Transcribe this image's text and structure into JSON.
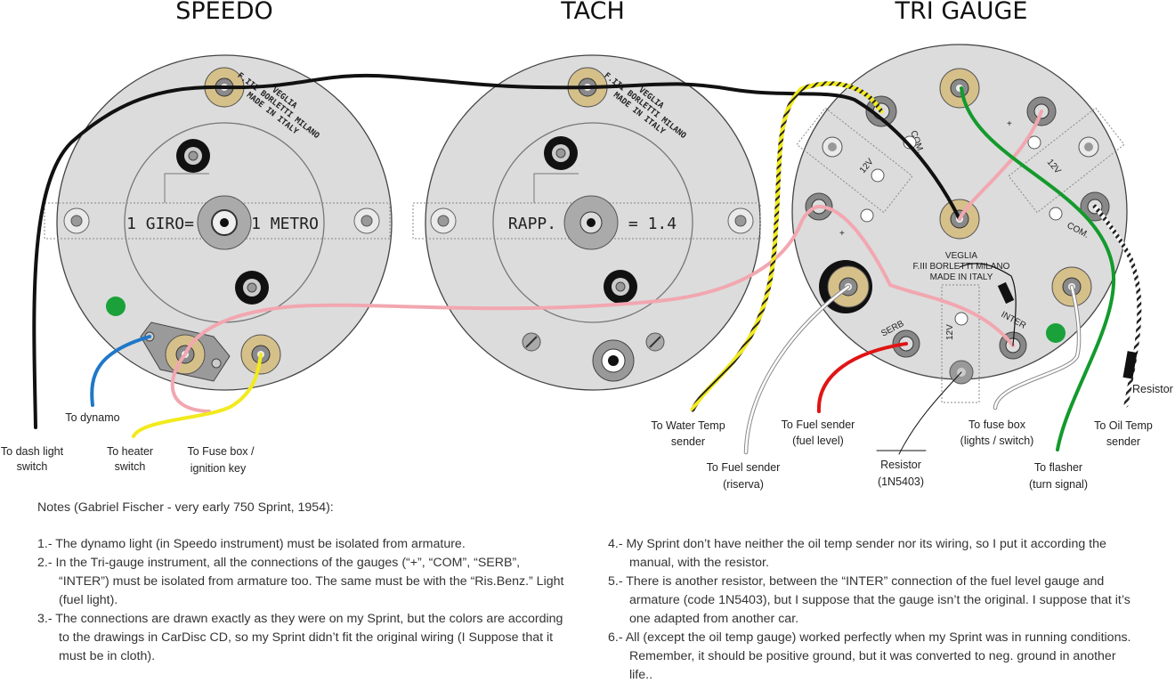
{
  "gauges": {
    "speedo": {
      "title": "SPEEDO",
      "label_left": "1 GIRO=",
      "label_right": "1 METRO"
    },
    "tach": {
      "title": "TACH",
      "label_left": "RAPP.",
      "label_right": "= 1.4"
    },
    "tri": {
      "title": "TRI GAUGE",
      "com": "COM.",
      "v12": "12V",
      "plus": "+",
      "serb": "SERB",
      "inter": "INTER"
    }
  },
  "maker_text": [
    "VEGLIA",
    "F.III BORLETTI MILANO",
    "MADE IN ITALY"
  ],
  "labels": {
    "to_dash": [
      "To dash light",
      "switch"
    ],
    "to_dynamo": [
      "To dynamo"
    ],
    "to_heater": [
      "To heater",
      "switch"
    ],
    "to_fuse_ign": [
      "To Fuse box /",
      "ignition key"
    ],
    "water_temp": [
      "To Water Temp",
      "sender"
    ],
    "fuel_riserva": [
      "To Fuel sender",
      "(riserva)"
    ],
    "fuel_level": [
      "To Fuel sender",
      "(fuel level)"
    ],
    "resistor_1n": [
      "Resistor",
      "(1N5403)"
    ],
    "fuse_lights": [
      "To fuse box",
      "(lights / switch)"
    ],
    "flasher": [
      "To flasher",
      "(turn signal)"
    ],
    "oil_temp": [
      "To Oil Temp",
      "sender"
    ],
    "resistor": [
      "Resistor"
    ]
  },
  "notes": {
    "title": "Notes (Gabriel Fischer - very early 750 Sprint, 1954):",
    "left": [
      "1.- The dynamo light (in Speedo instrument) must be isolated from armature.",
      "2.- In the Tri-gauge instrument, all the connections of the gauges (“+”, “COM”, “SERB”, “INTER”) must be isolated from armature too. The same must be with the “Ris.Benz.” Light (fuel light).",
      "3.- The connections are drawn exactly as they were on my Sprint, but the colors are according to the drawings in CarDisc CD, so my Sprint didn’t fit the original wiring (I Suppose that it must be in cloth)."
    ],
    "right": [
      "4.- My Sprint don’t have neither the oil temp sender nor its wiring, so I put it according the manual, with the resistor.",
      "5.- There is another resistor, between the “INTER” connection of the fuel level gauge and armature (code 1N5403), but I suppose that the gauge isn’t the original. I suppose that it’s one adapted from another car.",
      "6.- All (except the oil temp gauge) worked perfectly when my Sprint was in running conditions. Remember, it should be positive ground, but it was converted to neg. ground in another life.."
    ]
  },
  "colors": {
    "gauge_fill": "#dcdcdc",
    "terminal_brass": "#d6c08a",
    "wire_pink": "#f2a7b0",
    "wire_black": "#111111",
    "wire_blue": "#1f78c8",
    "wire_yellow": "#f2ea1d",
    "wire_red": "#e01515",
    "wire_green": "#139a2c",
    "indicator_green": "#1aa13a"
  }
}
